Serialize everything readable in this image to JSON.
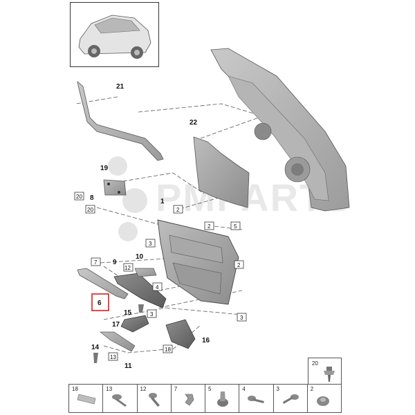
{
  "watermark": "PMPARTS",
  "callouts": {
    "c21": "21",
    "c22": "22",
    "c19": "19",
    "c20a": "20",
    "c8": "8",
    "c20b": "20",
    "c1": "1",
    "c2a": "2",
    "c2b": "2",
    "c5": "5",
    "c3a": "3",
    "c2c": "2",
    "c7": "7",
    "c9": "9",
    "c10": "10",
    "c12": "12",
    "c4": "4",
    "c6": "6",
    "c15": "15",
    "c3b": "3",
    "c3c": "3",
    "c17": "17",
    "c16": "16",
    "c18": "18",
    "c14": "14",
    "c13": "13",
    "c11": "11"
  },
  "highlight_color": "#e01919",
  "parts_table": [
    "18",
    "13",
    "12",
    "7",
    "5",
    "4",
    "3",
    "2"
  ],
  "parts_table_extra": "20"
}
